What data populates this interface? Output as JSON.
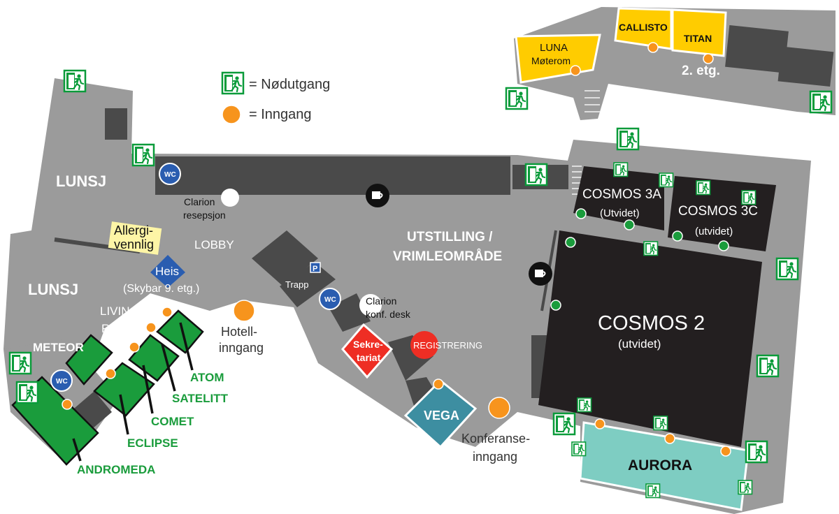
{
  "legend": {
    "exit_label": "= Nødutgang",
    "entrance_label": "= Inngang"
  },
  "rooms": {
    "lunsj_top": "LUNSJ",
    "lunsj_bottom": "LUNSJ",
    "allergi_line1": "Allergi-",
    "allergi_line2": "vennlig",
    "lobby": "LOBBY",
    "heis": "Heis",
    "skybar": "(Skybar 9. etg.)",
    "living_line1": "LIVING",
    "living_line2": "ROOM",
    "meteor": "METEOR",
    "atom": "ATOM",
    "satelitt": "SATELITT",
    "comet": "COMET",
    "eclipse": "ECLIPSE",
    "andromeda": "ANDROMEDA",
    "clarion_resepsjon_1": "Clarion",
    "clarion_resepsjon_2": "resepsjon",
    "hotell_1": "Hotell-",
    "hotell_2": "inngang",
    "trapp": "Trapp",
    "parking": "P",
    "clarion_desk_1": "Clarion",
    "clarion_desk_2": "konf. desk",
    "sekretariat_1": "Sekre-",
    "sekretariat_2": "tariat",
    "registrering": "REGISTRERING",
    "vega": "VEGA",
    "konferanse_1": "Konferanse-",
    "konferanse_2": "inngang",
    "utstilling_1": "UTSTILLING /",
    "utstilling_2": "VRIMLEOMRÅDE",
    "cosmos3a": "COSMOS 3A",
    "cosmos3a_sub": "(Utvidet)",
    "cosmos3c": "COSMOS 3C",
    "cosmos3c_sub": "(utvidet)",
    "cosmos2": "COSMOS 2",
    "cosmos2_sub": "(utvidet)",
    "aurora": "AURORA",
    "luna": "LUNA",
    "luna_sub": "Møterom",
    "callisto": "CALLISTO",
    "titan": "TITAN",
    "floor2": "2. etg.",
    "wc": "WC"
  },
  "colors": {
    "floor": "#9b9b9b",
    "wall_dark": "#4a4a4a",
    "cosmos_dark": "#231f20",
    "green_room": "#1a9c3c",
    "green_text": "#1a9c3c",
    "orange_entrance": "#f7941d",
    "yellow_room": "#ffcc00",
    "teal_vega": "#3d8ea1",
    "aurora_mint": "#7ecdc2",
    "red_sekretariat": "#ee2e24",
    "blue_heis": "#2a5db0",
    "allergi_yellow": "#fdf5a6",
    "exit_green": "#0a9b3a"
  },
  "icons": {
    "exit": "emergency-exit-icon",
    "entrance": "entrance-dot-icon",
    "coffee": "coffee-cup-icon",
    "wc": "wc-icon",
    "parking": "parking-icon"
  }
}
